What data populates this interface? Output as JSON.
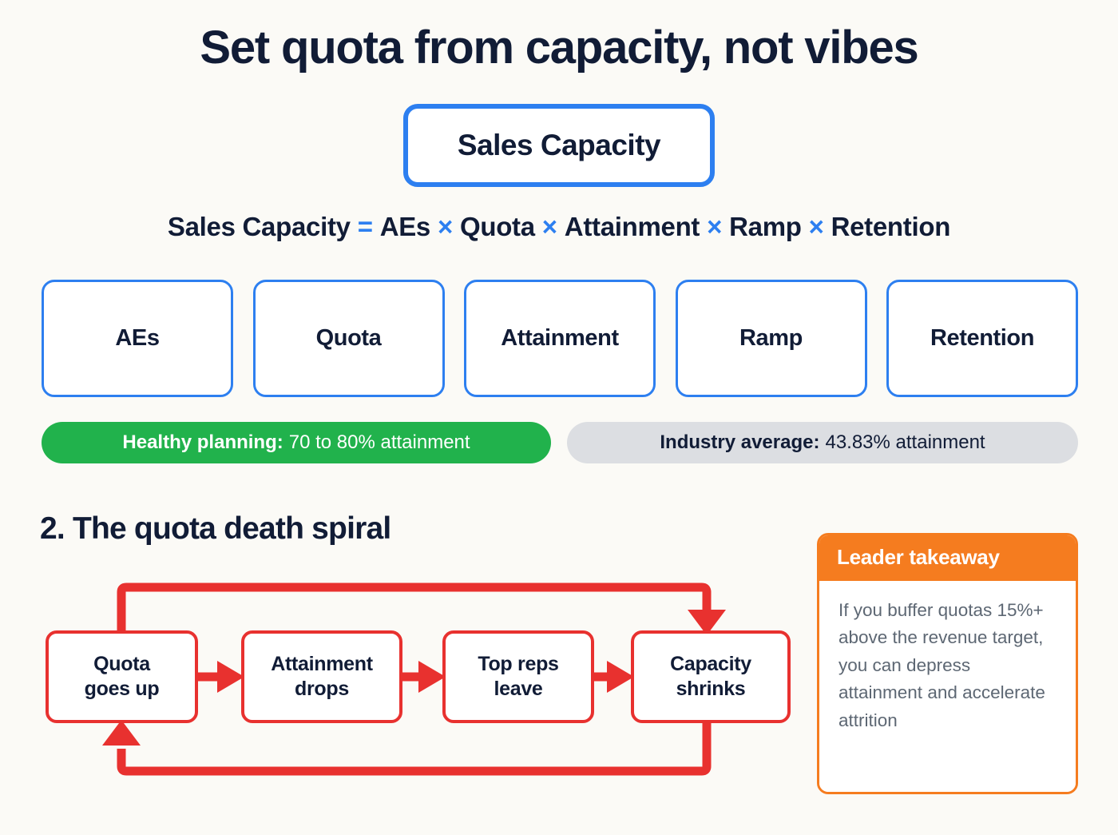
{
  "page": {
    "title": "Set quota from capacity, not vibes",
    "background_color": "#fbfaf6",
    "accent_blue": "#2d7ff0",
    "accent_red": "#e8312f",
    "accent_orange": "#f57c1f",
    "accent_green": "#21b24c",
    "text_navy": "#111c36"
  },
  "hero": {
    "label": "Sales Capacity"
  },
  "formula": {
    "lhs": "Sales Capacity",
    "equals": "=",
    "multiply": "×",
    "terms": [
      "AEs",
      "Quota",
      "Attainment",
      "Ramp",
      "Retention"
    ]
  },
  "factors": [
    {
      "label": "AEs"
    },
    {
      "label": "Quota"
    },
    {
      "label": "Attainment"
    },
    {
      "label": "Ramp"
    },
    {
      "label": "Retention"
    }
  ],
  "badges": [
    {
      "strong": "Healthy planning:",
      "rest": "70 to 80% attainment",
      "color": "#21b24c"
    },
    {
      "strong": "Industry average:",
      "rest": "43.83% attainment",
      "color": "#dcdee2"
    }
  ],
  "section": {
    "heading": "2. The quota death spiral"
  },
  "spiral": {
    "steps": [
      {
        "line1": "Quota",
        "line2": "goes up"
      },
      {
        "line1": "Attainment",
        "line2": "drops"
      },
      {
        "line1": "Top reps",
        "line2": "leave"
      },
      {
        "line1": "Capacity",
        "line2": "shrinks"
      }
    ]
  },
  "takeaway": {
    "header": "Leader takeaway",
    "body": "If you buffer quotas 15%+ above the revenue target, you can depress attainment and accelerate attrition"
  }
}
